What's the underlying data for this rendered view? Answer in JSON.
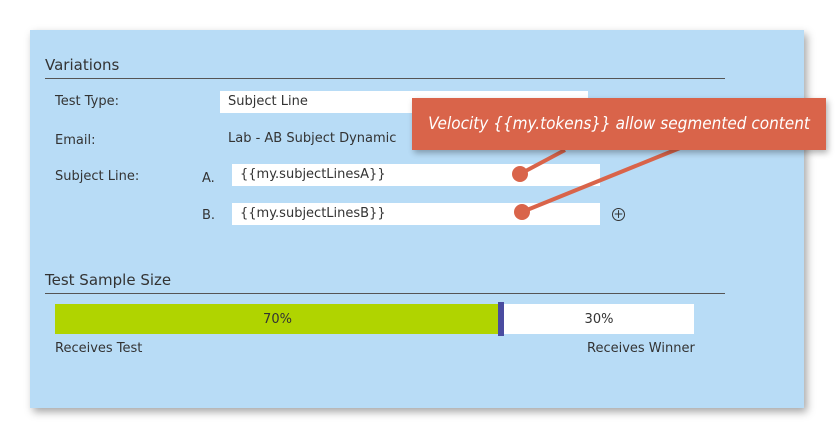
{
  "variations": {
    "title": "Variations",
    "test_type_label": "Test Type:",
    "test_type_value": "Subject Line",
    "email_label": "Email:",
    "email_value": "Lab - AB Subject Dynamic",
    "subject_line_label": "Subject Line:",
    "option_a_label": "A.",
    "option_a_value": "{{my.subjectLinesA}}",
    "option_b_label": "B.",
    "option_b_value": "{{my.subjectLinesB}}",
    "add_icon": "plus-circle-icon"
  },
  "sample_size": {
    "title": "Test Sample Size",
    "test_percent": 70,
    "test_label": "70%",
    "winner_label": "30%",
    "receives_test_label": "Receives Test",
    "receives_winner_label": "Receives Winner"
  },
  "callout": {
    "text": "Velocity {{my.tokens}} allow segmented content"
  },
  "colors": {
    "panel_bg": "#b8dcf6",
    "test_bar": "#b0d400",
    "handle": "#4a4ca0",
    "callout": "#d9644a"
  }
}
